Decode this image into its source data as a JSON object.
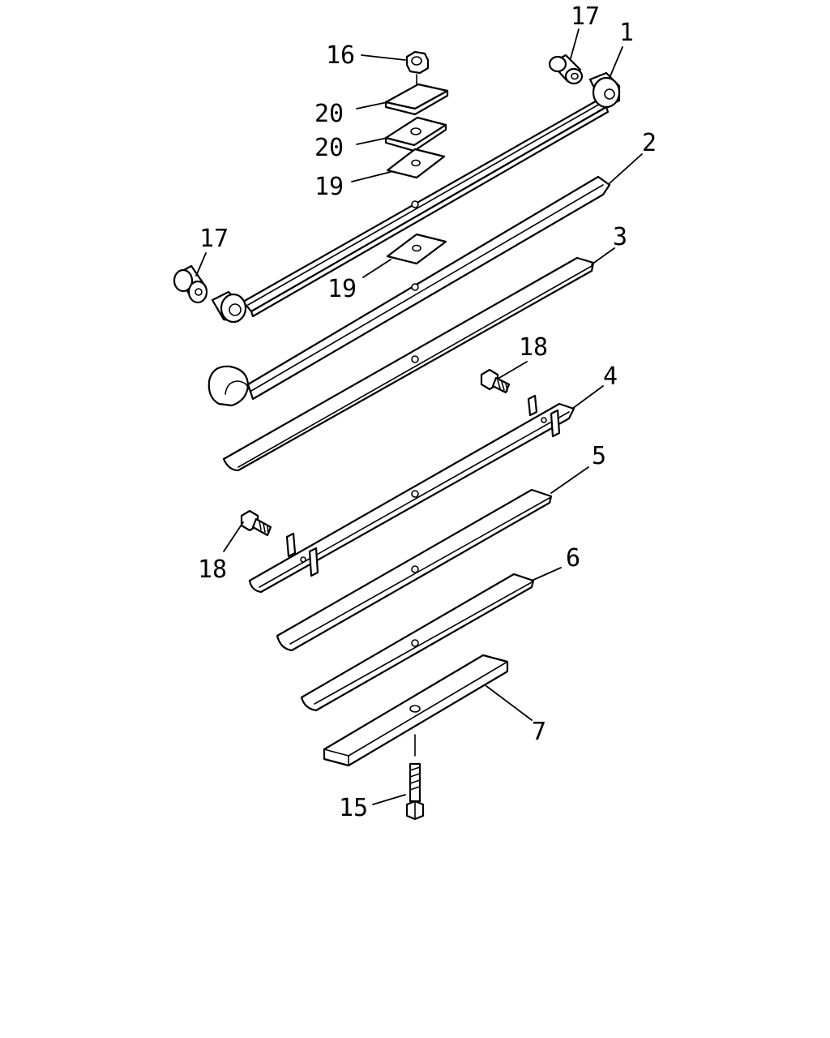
{
  "callouts": {
    "c1": "1",
    "c2": "2",
    "c3": "3",
    "c4": "4",
    "c5": "5",
    "c6": "6",
    "c7": "7",
    "c15": "15",
    "c16": "16",
    "c17_top": "17",
    "c17_left": "17",
    "c18_top": "18",
    "c18_left": "18",
    "c19_top": "19",
    "c19_mid": "19",
    "c20_top": "20",
    "c20_mid": "20"
  },
  "colors": {
    "line": "#000000",
    "background": "#ffffff"
  }
}
